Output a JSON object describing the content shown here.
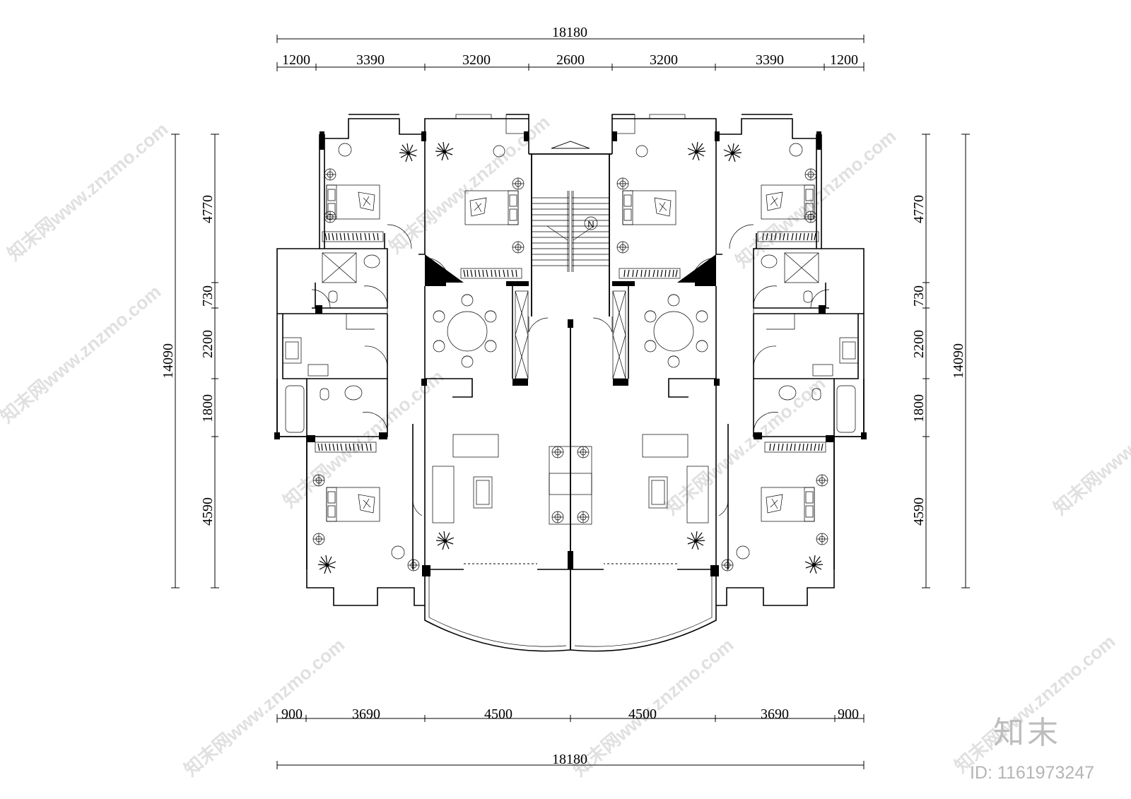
{
  "dimensions": {
    "top_total": "18180",
    "top_segments": [
      "1200",
      "3390",
      "3200",
      "2600",
      "3200",
      "3390",
      "1200"
    ],
    "bottom_segments": [
      "900",
      "3690",
      "4500",
      "4500",
      "3690",
      "900"
    ],
    "bottom_total": "18180",
    "left_total": "14090",
    "left_segments": [
      "4770",
      "730",
      "2200",
      "1800",
      "4590"
    ],
    "right_total": "14090",
    "right_segments": [
      "4770",
      "730",
      "2200",
      "1800",
      "4590"
    ]
  },
  "plan": {
    "north_label": "N"
  },
  "watermark": {
    "text": "知末网www.znzmo.com",
    "logo": "知末",
    "id": "ID: 1161973247"
  }
}
